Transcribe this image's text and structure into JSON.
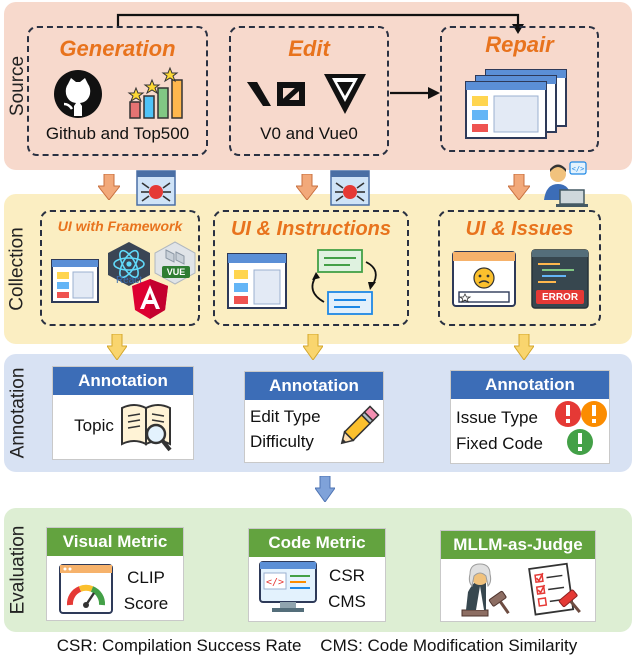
{
  "bands": {
    "source": "Source",
    "collection": "Collection",
    "annotation": "Annotation",
    "evaluation": "Evaluation"
  },
  "source": {
    "generation": {
      "title": "Generation",
      "caption": "Github and Top500"
    },
    "edit": {
      "title": "Edit",
      "caption": "V0 and Vue0"
    },
    "repair": {
      "title": "Repair"
    }
  },
  "collection": {
    "framework": {
      "title": "UI with Framework",
      "react_label": "React",
      "vue_label": "VUE"
    },
    "instructions": {
      "title": "UI & Instructions"
    },
    "issues": {
      "title": "UI & Issues",
      "error_label": "ERROR"
    }
  },
  "annotation": {
    "card1": {
      "header": "Annotation",
      "line1": "Topic"
    },
    "card2": {
      "header": "Annotation",
      "line1": "Edit Type",
      "line2": "Difficulty"
    },
    "card3": {
      "header": "Annotation",
      "line1": "Issue Type",
      "line2": "Fixed Code"
    }
  },
  "evaluation": {
    "visual": {
      "header": "Visual Metric",
      "line1": "CLIP",
      "line2": "Score"
    },
    "code": {
      "header": "Code Metric",
      "line1": "CSR",
      "line2": "CMS"
    },
    "judge": {
      "header": "MLLM-as-Judge"
    }
  },
  "footer": "CSR: Compilation Success Rate    CMS: Code Modification Similarity",
  "colors": {
    "source_bg": "#f7d9cc",
    "collection_bg": "#fbeec2",
    "annotation_bg": "#d8e2f3",
    "evaluation_bg": "#ddeed3",
    "accent_orange": "#e8731d",
    "header_blue": "#3c6db7",
    "header_green": "#63a33f"
  }
}
